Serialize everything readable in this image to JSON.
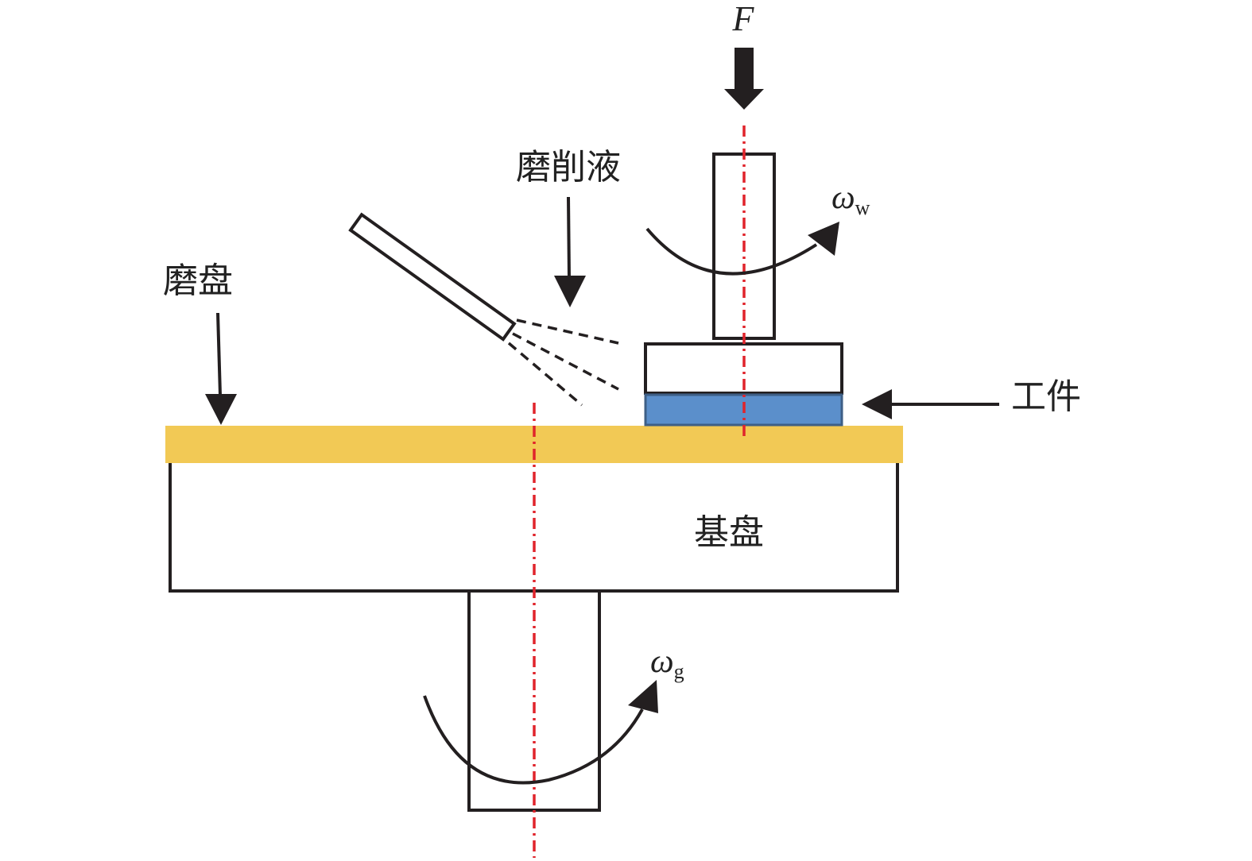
{
  "labels": {
    "force": "F",
    "slurry": "磨削液",
    "grinding_disc": "磨盘",
    "workpiece": "工件",
    "base_disc": "基盘",
    "omega_w_symbol": "ω",
    "omega_w_sub": "w",
    "omega_g_symbol": "ω",
    "omega_g_sub": "g"
  },
  "colors": {
    "grinding_disc": "#f2c955",
    "workpiece": "#5b8fcb",
    "workpiece_border": "#3e5f86",
    "axis_line": "#e0242b",
    "outline": "#231f20",
    "background": "#ffffff"
  }
}
